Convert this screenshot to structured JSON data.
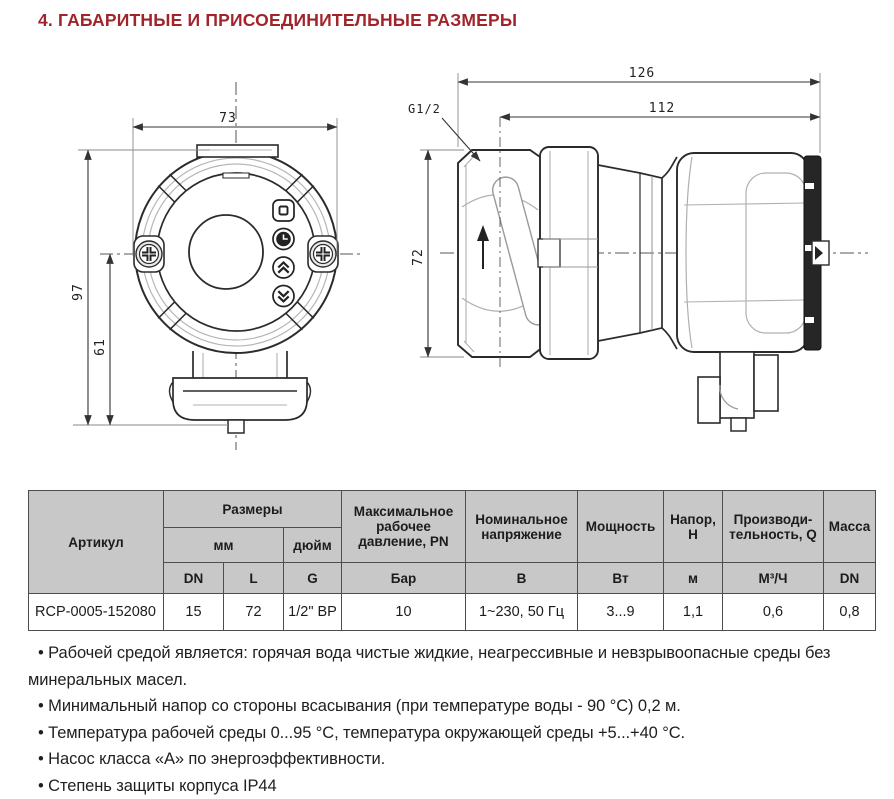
{
  "page": {
    "title": "4. ГАБАРИТНЫЕ И ПРИСОЕДИНИТЕЛЬНЫЕ РАЗМЕРЫ"
  },
  "drawings": {
    "front_view": {
      "dim_width": "73",
      "dim_height_total": "97",
      "dim_height_lower": "61"
    },
    "side_view": {
      "dim_length_total": "126",
      "dim_length_pump": "112",
      "dim_height": "72",
      "thread_label": "G1/2"
    }
  },
  "table": {
    "headers": {
      "artikul": "Артикул",
      "sizes": "Размеры",
      "mm": "мм",
      "inch": "дюйм",
      "dn": "DN",
      "l": "L",
      "g": "G",
      "max_pressure": "Максимальное рабочее давление, PN",
      "bar": "Бар",
      "nominal_voltage": "Номинальное напряжение",
      "v": "В",
      "power": "Мощность",
      "w": "Вт",
      "head": "Напор, Н",
      "m": "м",
      "flow": "Производи-тельность, Q",
      "m3h": "М³/Ч",
      "mass": "Масса",
      "mass_unit": "DN"
    },
    "row": {
      "artikul": "RCP-0005-152080",
      "dn": "15",
      "l": "72",
      "g": "1/2\" ВР",
      "bar": "10",
      "voltage": "1~230, 50 Гц",
      "power": "3...9",
      "head": "1,1",
      "flow": "0,6",
      "mass": "0,8"
    }
  },
  "notes": [
    "Рабочей средой является: горячая вода чистые жидкие, неагрессивные и невзрывоопасные среды без минеральных масел.",
    "Минимальный напор со стороны всасывания (при температуре воды - 90 °C) 0,2 м.",
    "Температура рабочей среды 0...95 °C, температура окружающей среды +5...+40 °C.",
    "Насос класса «А» по энергоэффективности.",
    "Степень защиты корпуса IP44"
  ],
  "colors": {
    "accent": "#a2242b",
    "table_header_bg": "#c8c8c8",
    "table_border": "#4d4d4d",
    "drawing_line": "#2b2b2b"
  }
}
